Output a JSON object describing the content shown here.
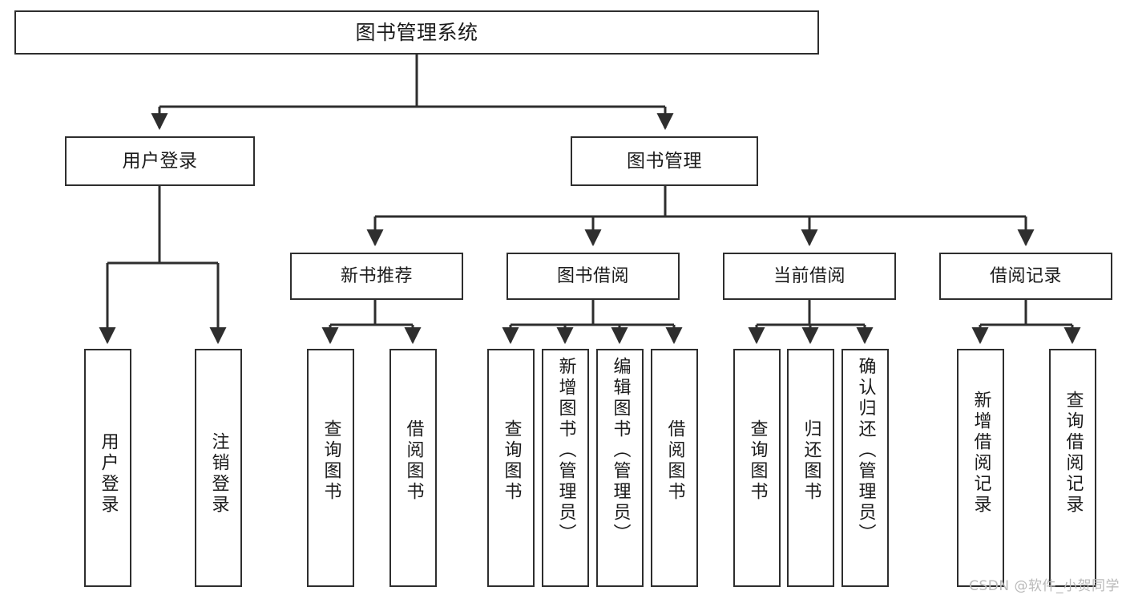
{
  "diagram": {
    "type": "tree-hierarchy",
    "title": "图书管理系统",
    "watermark": "CSDN @软件_小贺同学",
    "colors": {
      "stroke": "#2e2e2e",
      "fill": "#ffffff",
      "text": "#1b1b1b",
      "watermark": "#b9b9b9"
    },
    "root": {
      "id": "root",
      "label": "图书管理系统"
    },
    "level2": [
      {
        "id": "user-login",
        "label": "用户登录"
      },
      {
        "id": "book-manage",
        "label": "图书管理"
      }
    ],
    "level3": [
      {
        "id": "new-book-rec",
        "label": "新书推荐"
      },
      {
        "id": "book-borrow",
        "label": "图书借阅"
      },
      {
        "id": "current-borrow",
        "label": "当前借阅"
      },
      {
        "id": "borrow-record",
        "label": "借阅记录"
      }
    ],
    "leaves": {
      "user_login": [
        {
          "id": "leaf-user-login",
          "label": "用户登录"
        },
        {
          "id": "leaf-logout",
          "label": "注销登录"
        }
      ],
      "new_book_rec": [
        {
          "id": "leaf-query-book-1",
          "label": "查询图书"
        },
        {
          "id": "leaf-borrow-book-1",
          "label": "借阅图书"
        }
      ],
      "book_borrow": [
        {
          "id": "leaf-query-book-2",
          "label": "查询图书"
        },
        {
          "id": "leaf-add-book",
          "label": "新增图书（管理员）"
        },
        {
          "id": "leaf-edit-book",
          "label": "编辑图书（管理员）"
        },
        {
          "id": "leaf-borrow-book-2",
          "label": "借阅图书"
        }
      ],
      "current_borrow": [
        {
          "id": "leaf-query-book-3",
          "label": "查询图书"
        },
        {
          "id": "leaf-return-book",
          "label": "归还图书"
        },
        {
          "id": "leaf-confirm-return",
          "label": "确认归还（管理员）"
        }
      ],
      "borrow_record": [
        {
          "id": "leaf-add-record",
          "label": "新增借阅记录"
        },
        {
          "id": "leaf-query-record",
          "label": "查询借阅记录"
        }
      ]
    }
  }
}
